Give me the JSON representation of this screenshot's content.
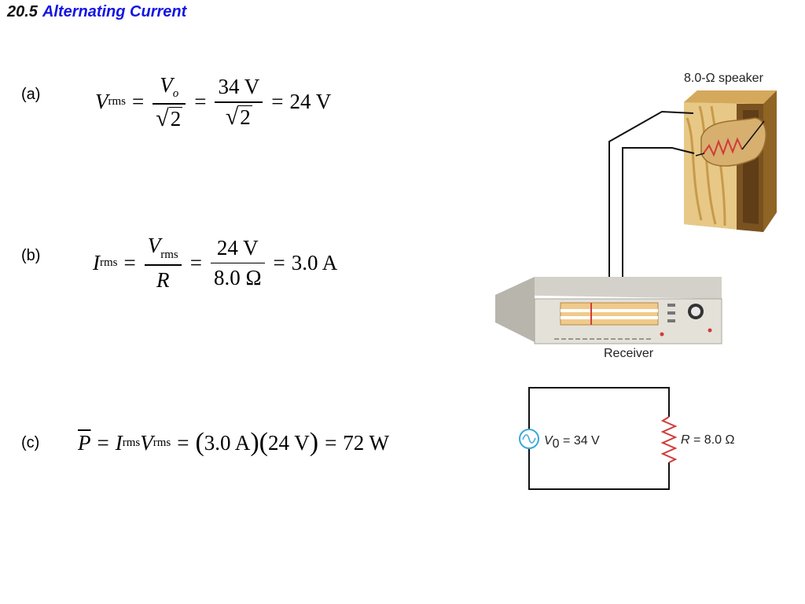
{
  "header": {
    "section": "20.5",
    "title": "Alternating Current"
  },
  "parts": {
    "a": "(a)",
    "b": "(b)",
    "c": "(c)"
  },
  "eq_a": {
    "lhs": "V",
    "lhs_sub": "rms",
    "num1": "V",
    "num1_sub": "o",
    "den1": "2",
    "num2": "34 V",
    "den2": "2",
    "result": "24 V"
  },
  "eq_b": {
    "lhs": "I",
    "lhs_sub": "rms",
    "num1": "V",
    "num1_sub": "rms",
    "den1": "R",
    "num2": "24 V",
    "den2": "8.0 Ω",
    "result": "3.0 A"
  },
  "eq_c": {
    "lhs": "P",
    "t1": "I",
    "t1_sub": "rms",
    "t2": "V",
    "t2_sub": "rms",
    "f1": "3.0 A",
    "f2": "24 V",
    "result": "72 W"
  },
  "figure": {
    "speaker_label": "8.0-Ω speaker",
    "receiver_label": "Receiver",
    "source_label_var": "V",
    "source_label_sub": "0",
    "source_label_val": " = 34 V",
    "resistor_label_var": "R",
    "resistor_label_val": " = 8.0 Ω"
  }
}
